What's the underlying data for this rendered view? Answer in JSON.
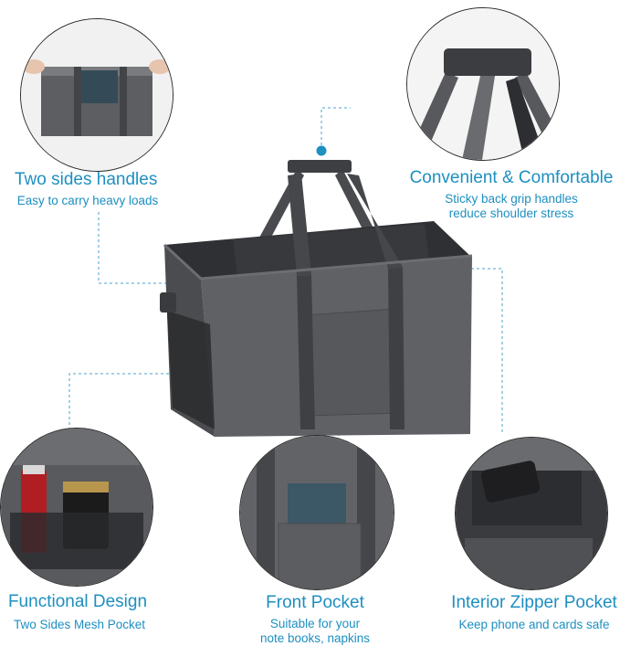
{
  "features": [
    {
      "title": "Two sides handles",
      "lines": [
        "Easy to carry heavy loads"
      ]
    },
    {
      "title": "Convenient & Comfortable",
      "lines": [
        "Sticky back grip handles",
        "reduce shoulder stress"
      ]
    },
    {
      "title": "Functional Design",
      "lines": [
        "Two Sides Mesh Pocket"
      ]
    },
    {
      "title": "Front Pocket",
      "lines": [
        "Suitable for your",
        "note books, napkins"
      ]
    },
    {
      "title": "Interior Zipper Pocket",
      "lines": [
        "Keep phone and cards safe"
      ]
    }
  ],
  "colors": {
    "accent": "#1d8fc0",
    "bag": "#5b5c5f",
    "bag_dark": "#3e3f42",
    "strap": "#4a4b4e"
  }
}
